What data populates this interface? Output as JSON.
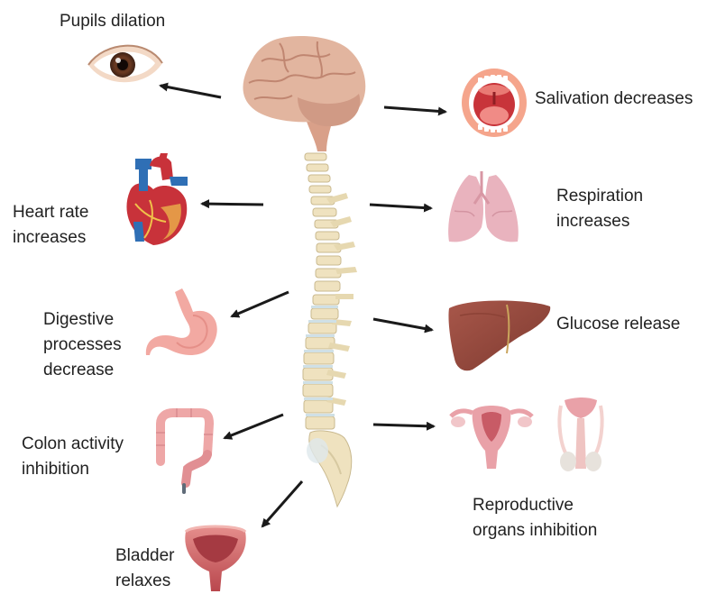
{
  "colors": {
    "arrow": "#1a1a1a",
    "text": "#222222",
    "brain": "#e2b59f",
    "brain_shadow": "#c98f78",
    "spine_bone": "#efe2bf",
    "spine_disc": "#cfe0e6",
    "heart_red": "#c8323a",
    "heart_blue": "#2f6fb5",
    "stomach": "#f2a9a2",
    "colon": "#eea7a7",
    "bladder": "#c95a5e",
    "mouth": "#e8695f",
    "lungs": "#e9b3be",
    "liver": "#9a4b3e",
    "reproductive": "#e9a1a8"
  },
  "organs": {
    "eye": "eye-icon",
    "brain": "brain-icon",
    "spine": "spine-icon",
    "mouth": "mouth-icon",
    "heart": "heart-icon",
    "lungs": "lungs-icon",
    "stomach": "stomach-icon",
    "liver": "liver-icon",
    "colon": "colon-icon",
    "uterus": "female-reproductive-icon",
    "male": "male-reproductive-icon",
    "bladder": "bladder-icon"
  },
  "labels": {
    "pupils": [
      "Pupils dilation"
    ],
    "salivation": [
      "Salivation decreases"
    ],
    "heart": [
      "Heart rate",
      "increases"
    ],
    "respiration": [
      "Respiration",
      "increases"
    ],
    "digestive": [
      "Digestive",
      "processes",
      "decrease"
    ],
    "glucose": [
      "Glucose release"
    ],
    "colon": [
      "Colon activity",
      "inhibition"
    ],
    "reproductive": [
      "Reproductive",
      "organs inhibition"
    ],
    "bladder": [
      "Bladder",
      "relaxes"
    ]
  }
}
